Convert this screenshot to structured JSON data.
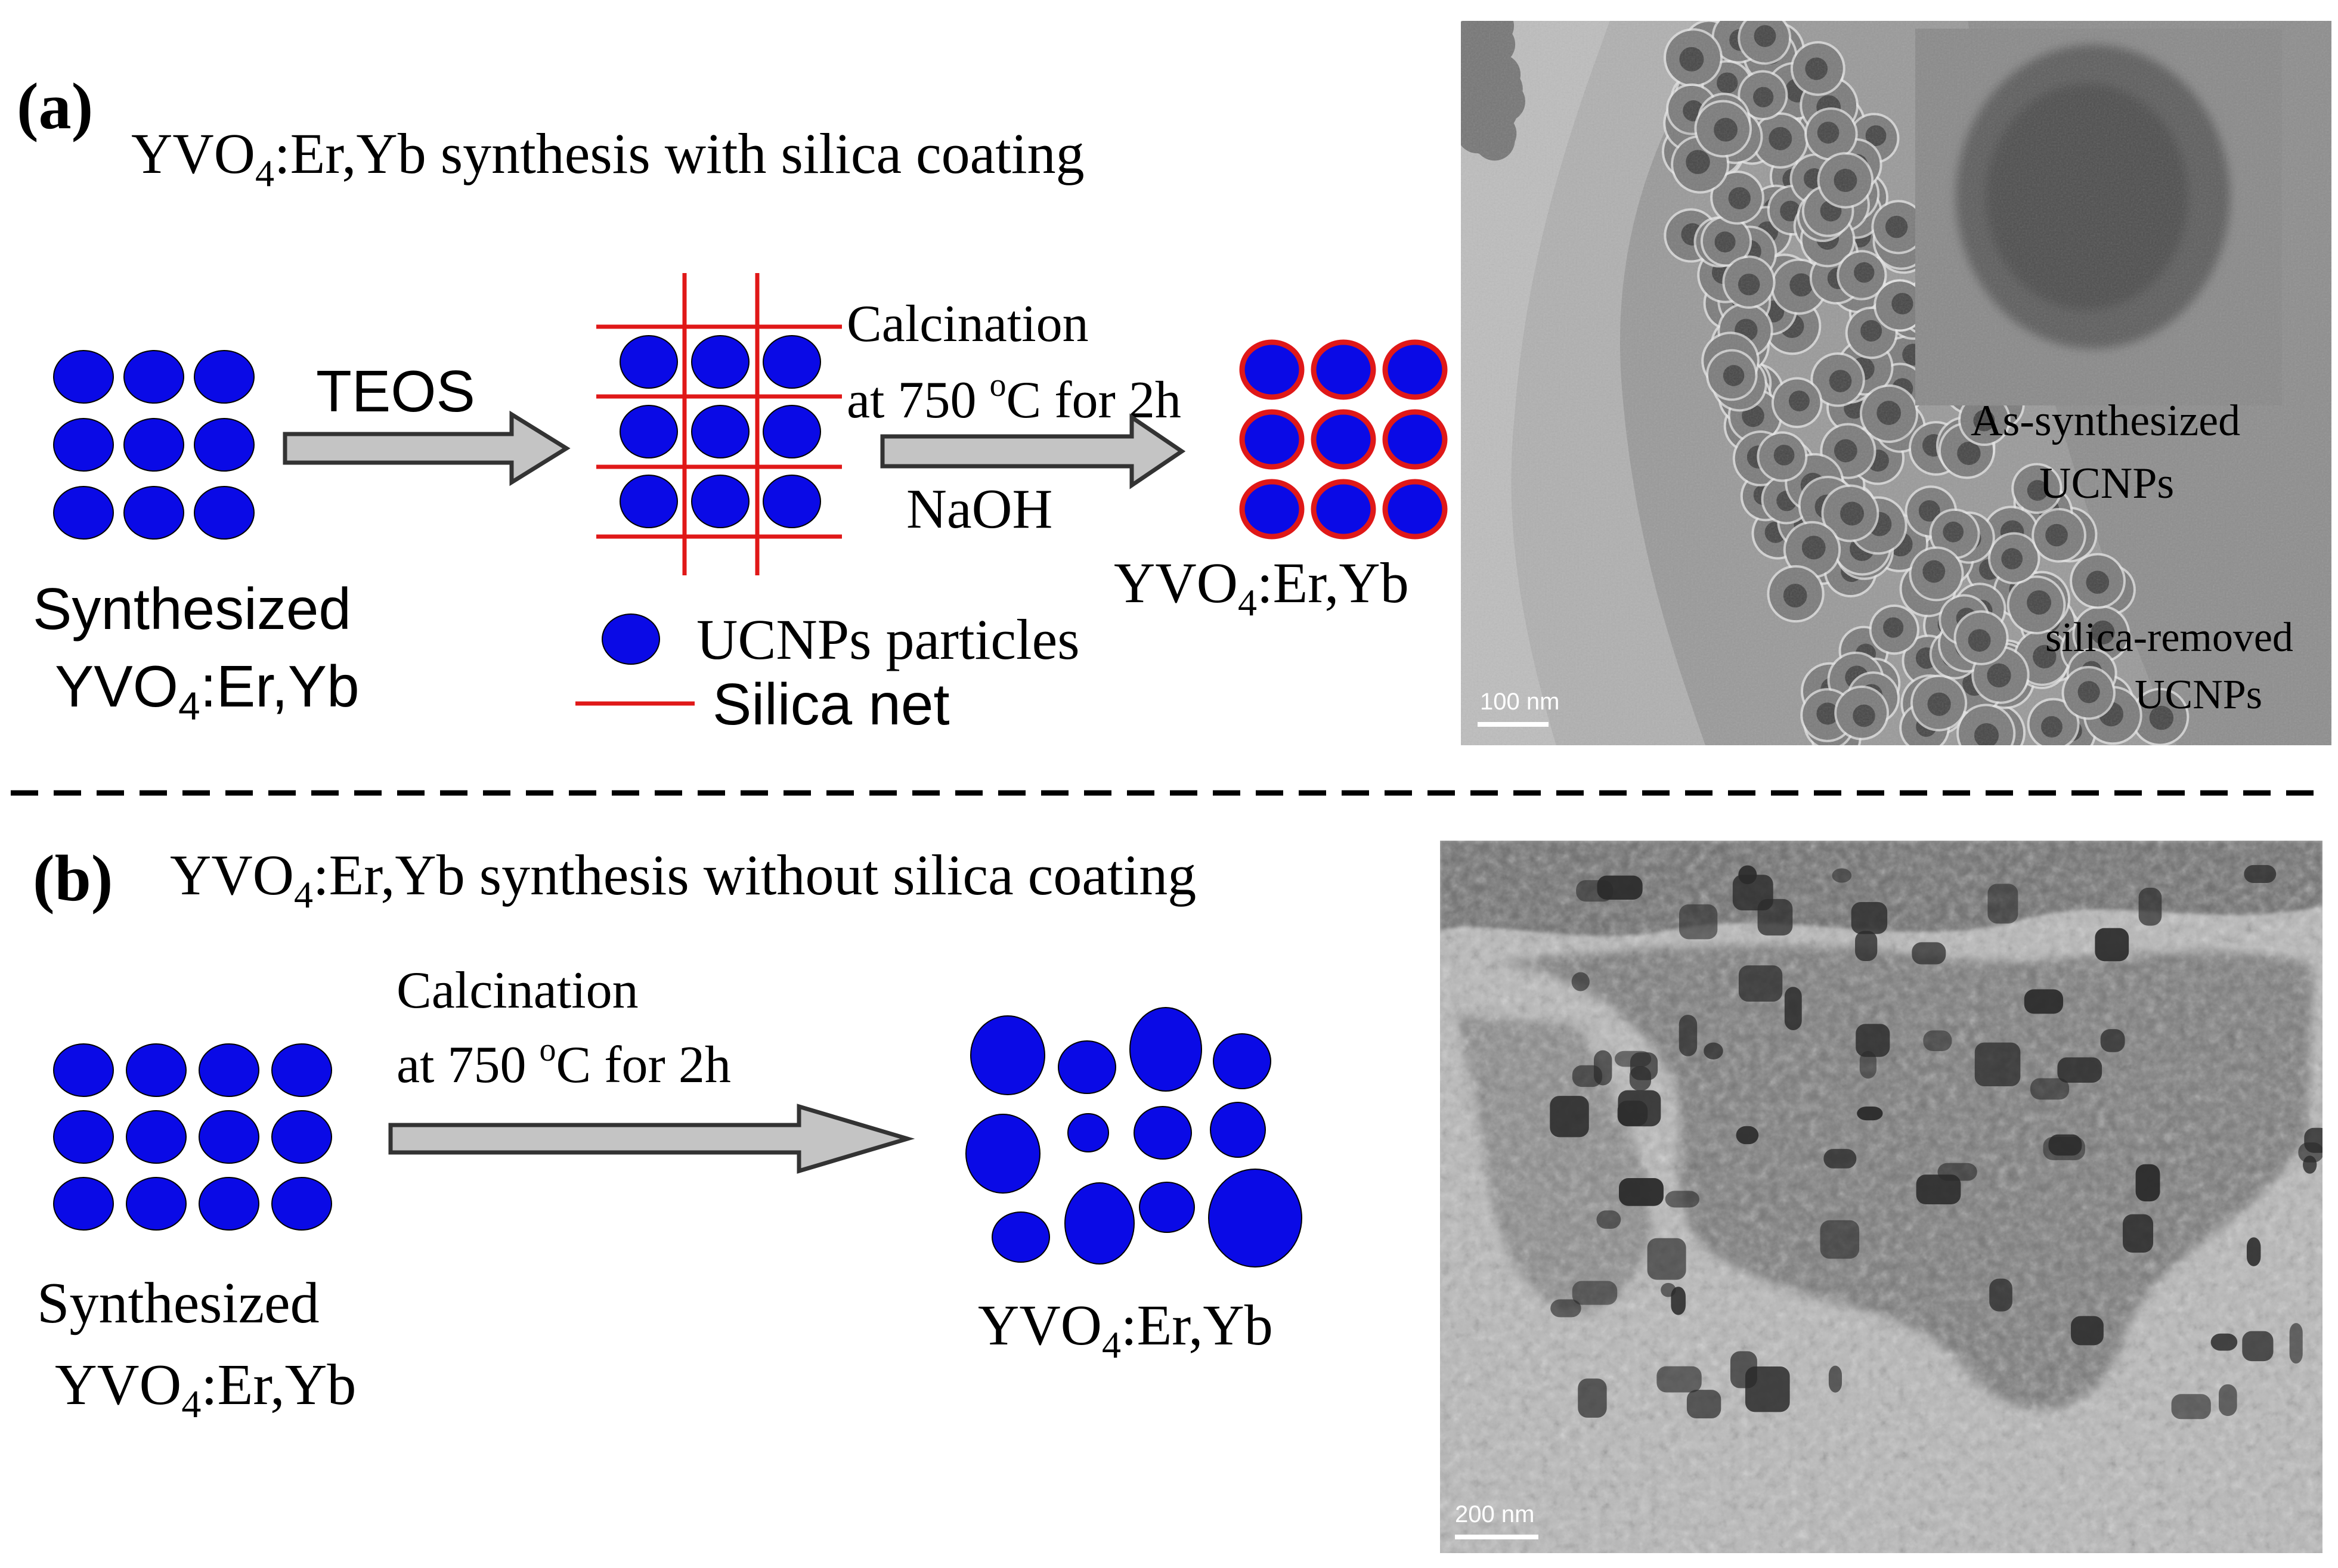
{
  "colors": {
    "particle": "#0a0ae6",
    "silica": "#e01818",
    "arrow_fill": "#c4c4c4",
    "arrow_stroke": "#333333",
    "divider": "#000000"
  },
  "panel_a": {
    "label": "(a)",
    "title_main": "YVO",
    "title_sub": "4",
    "title_rest": ":Er,Yb synthesis with silica coating",
    "step1_label": "TEOS",
    "step2_line1": "Calcination",
    "step2_line2_pre": "at 750 ",
    "step2_line2_sup": "o",
    "step2_line2_post": "C for 2h",
    "step2_below": "NaOH",
    "start_line1": "Synthesized",
    "start_line2_main": "YVO",
    "start_line2_sub": "4",
    "start_line2_rest": ":Er,Yb",
    "product_main": "YVO",
    "product_sub": "4",
    "product_rest": ":Er,Yb",
    "legend_particles": "UCNPs particles",
    "legend_silica": "Silica net",
    "tem_inset_line1": "As-synthesized",
    "tem_inset_line2": "UCNPs",
    "tem_main_line1": "silica-removed",
    "tem_main_line2": "UCNPs",
    "tem_scale": "100 nm"
  },
  "panel_b": {
    "label": "(b)",
    "title_main": "YVO",
    "title_sub": "4",
    "title_rest": ":Er,Yb synthesis without silica coating",
    "step_line1": "Calcination",
    "step_line2_pre": "at 750 ",
    "step_line2_sup": "o",
    "step_line2_post": "C for 2h",
    "start_line1": "Synthesized",
    "start_line2_main": "YVO",
    "start_line2_sub": "4",
    "start_line2_rest": ":Er,Yb",
    "product_main": "YVO",
    "product_sub": "4",
    "product_rest": ":Er,Yb",
    "tem_scale": "200 nm"
  }
}
